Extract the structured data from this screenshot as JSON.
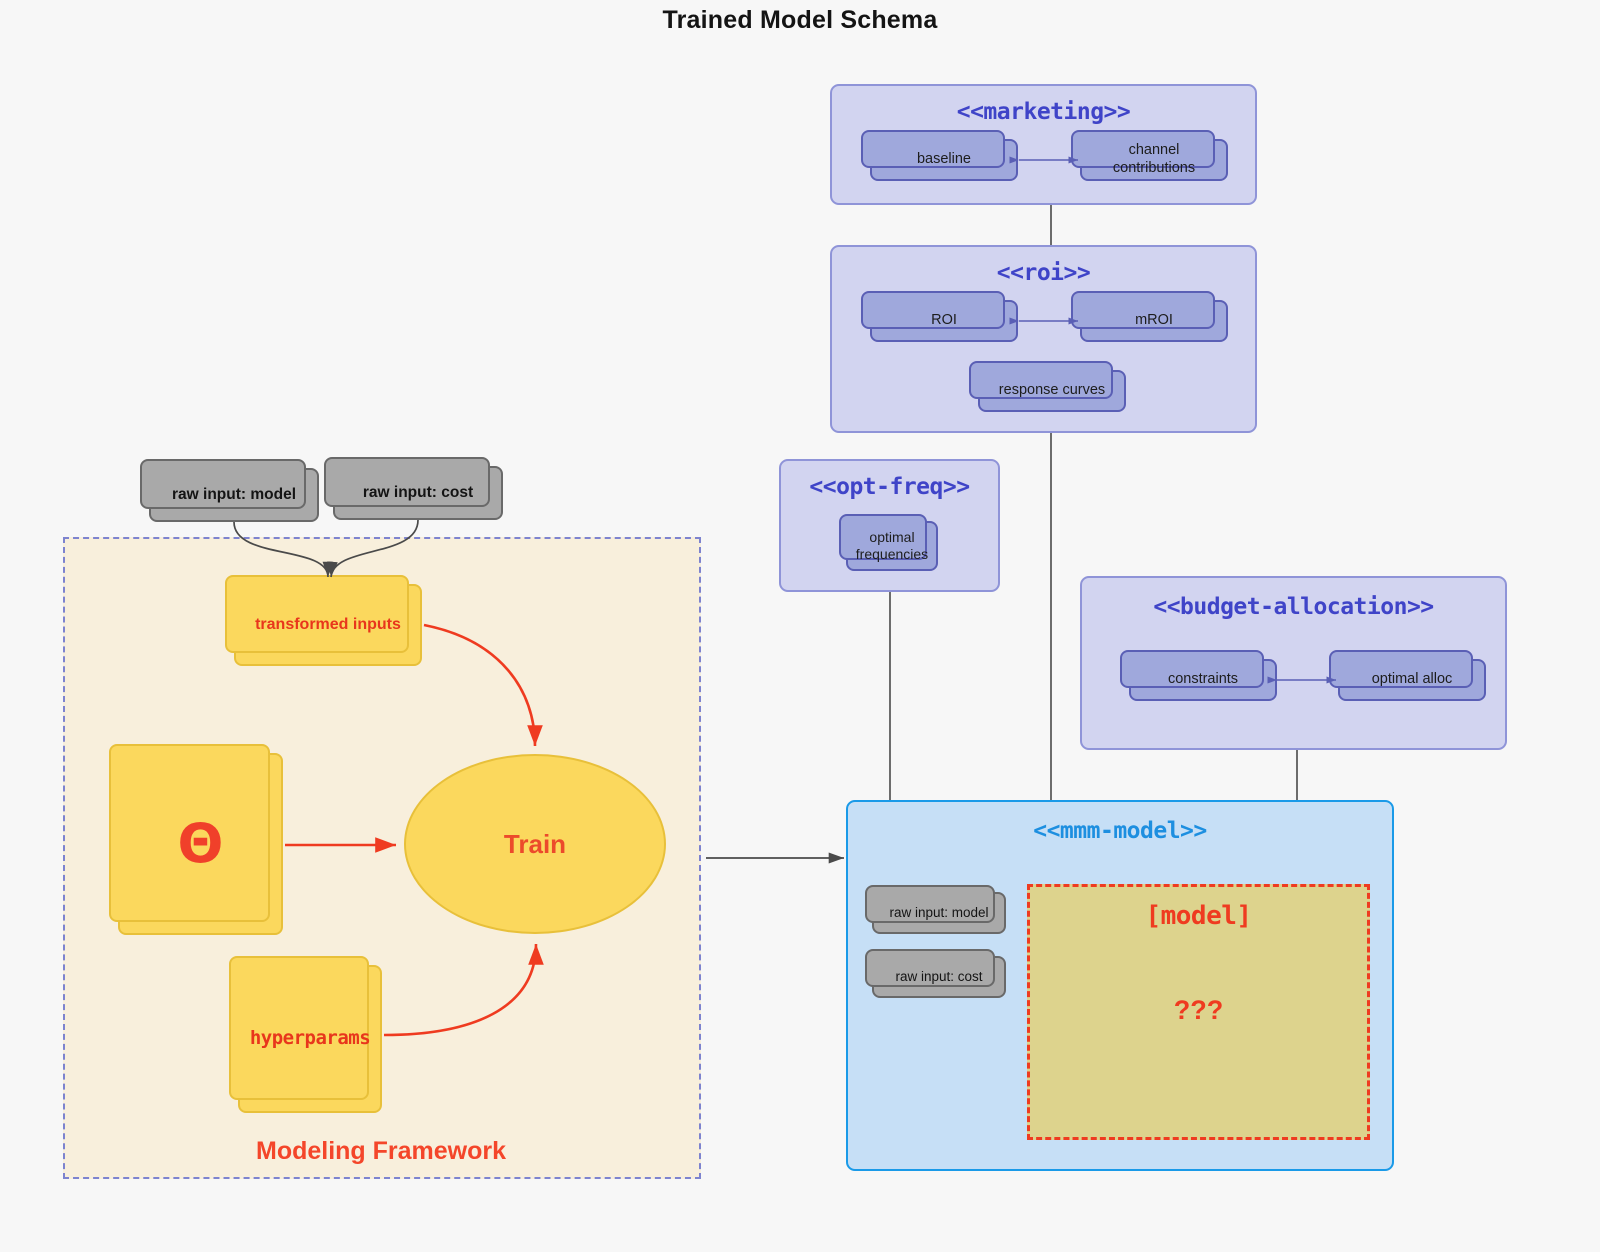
{
  "title": "Trained Model Schema",
  "colors": {
    "page_bg": "#f7f7f7",
    "package_fill": "#d2d4f0",
    "package_stroke": "#8f94d8",
    "package_title": "#3f44c8",
    "node_fill": "#9fa8dc",
    "node_stroke": "#5a5fb5",
    "raw_input_fill": "#a9a9a9",
    "raw_input_stroke": "#696969",
    "yellow_fill": "#fbd85d",
    "yellow_stroke": "#e8c03a",
    "accent_red": "#ef3b20",
    "framework_fill": "#f8efdc",
    "framework_stroke": "#7d83cf",
    "mmm_fill": "#c6dff6",
    "mmm_stroke": "#1a9ae8",
    "model_region_fill": "#ddd38d"
  },
  "framework": {
    "label": "Modeling Framework",
    "raw_inputs": [
      {
        "label": "raw input: model"
      },
      {
        "label": "raw input: cost"
      }
    ],
    "transformed_inputs": {
      "label": "transformed inputs"
    },
    "theta": {
      "label": "Θ"
    },
    "hyperparams": {
      "label": "hyperparams"
    },
    "train": {
      "label": "Train"
    }
  },
  "packages": {
    "marketing": {
      "title": "<<marketing>>",
      "nodes": [
        {
          "label": "baseline"
        },
        {
          "label": "channel contributions"
        }
      ]
    },
    "roi": {
      "title": "<<roi>>",
      "nodes": [
        {
          "label": "ROI"
        },
        {
          "label": "mROI"
        },
        {
          "label": "response curves"
        }
      ]
    },
    "opt_freq": {
      "title": "<<opt-freq>>",
      "nodes": [
        {
          "label": "optimal\nfrequencies",
          "line1": "optimal",
          "line2": "frequencies"
        }
      ]
    },
    "budget_allocation": {
      "title": "<<budget-allocation>>",
      "nodes": [
        {
          "label": "constraints"
        },
        {
          "label": "optimal alloc"
        }
      ]
    },
    "mmm_model": {
      "title": "<<mmm-model>>",
      "raw_inputs": [
        {
          "label": "raw input: model"
        },
        {
          "label": "raw input: cost"
        }
      ],
      "model_region": {
        "title": "[model]",
        "unknown": "???"
      }
    }
  }
}
